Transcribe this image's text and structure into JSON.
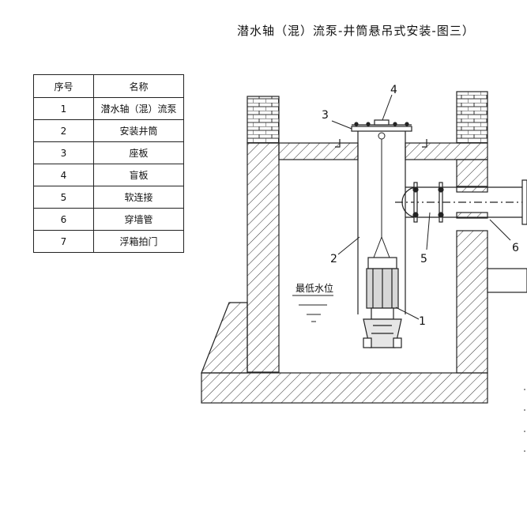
{
  "title": "潜水轴（混）流泵-井筒悬吊式安装-图三）",
  "table": {
    "headers": [
      "序号",
      "名称"
    ],
    "rows": [
      {
        "no": "1",
        "name": "潜水轴（混）流泵"
      },
      {
        "no": "2",
        "name": "安装井筒"
      },
      {
        "no": "3",
        "name": "座板"
      },
      {
        "no": "4",
        "name": "盲板"
      },
      {
        "no": "5",
        "name": "软连接"
      },
      {
        "no": "6",
        "name": "穿墙管"
      },
      {
        "no": "7",
        "name": "浮箱拍门"
      }
    ]
  },
  "callouts": {
    "c1": "1",
    "c2": "2",
    "c3": "3",
    "c4": "4",
    "c5": "5",
    "c6": "6"
  },
  "water_level_label": "最低水位"
}
